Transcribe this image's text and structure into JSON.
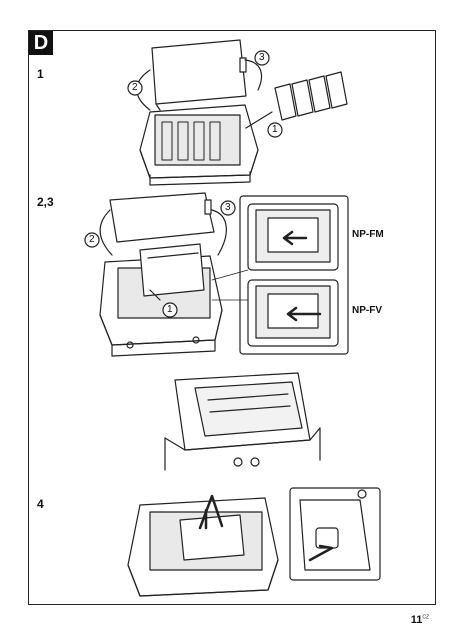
{
  "section_letter": "D",
  "steps": {
    "step1": "1",
    "step23": "2,3",
    "step4": "4"
  },
  "callouts": {
    "c1": "1",
    "c2": "2",
    "c3": "3"
  },
  "battery_models": {
    "fm": "NP-FM",
    "fv": "NP-FV"
  },
  "page": {
    "number": "11",
    "lang": "CZ"
  }
}
